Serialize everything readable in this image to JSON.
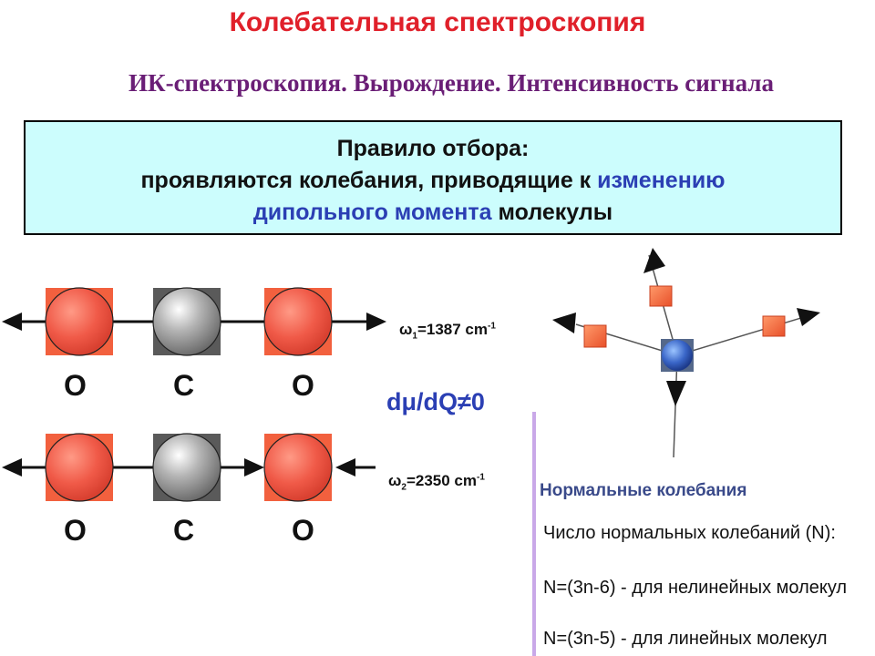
{
  "title": "Колебательная спектроскопия",
  "subtitle": "ИК-спектроскопия. Вырождение. Интенсивность сигнала",
  "rule": {
    "line1": "Правило отбора:",
    "line2_prefix": "проявляются колебания, приводящие к ",
    "line2_highlight": "изменению",
    "line3_highlight": "дипольного момента",
    "line3_suffix": " молекулы"
  },
  "molecule1": {
    "atoms": [
      "O",
      "C",
      "O"
    ],
    "frequency_symbol": "ω",
    "frequency_index": "1",
    "frequency_value": "=1387 cm",
    "frequency_exp": "-1"
  },
  "molecule2": {
    "atoms": [
      "O",
      "C",
      "O"
    ],
    "frequency_symbol": "ω",
    "frequency_index": "2",
    "frequency_value": "=2350 cm",
    "frequency_exp": "-1"
  },
  "dipole_condition": "dμ/dQ≠0",
  "normal_modes": {
    "title": "Нормальные колебания",
    "line1": "Число нормальных колебаний (N):",
    "line2": "N=(3n-6)  - для нелинейных молекул",
    "line3": "N=(3n-5)  - для линейных молекул"
  },
  "colors": {
    "title": "#e0202a",
    "subtitle": "#6a1e76",
    "box": "#ccfdfd",
    "highlight": "#2b3fb4",
    "oxygen": "#f05a48",
    "carbon": "#8c8c8c",
    "center_atom": "#3a66c8"
  }
}
